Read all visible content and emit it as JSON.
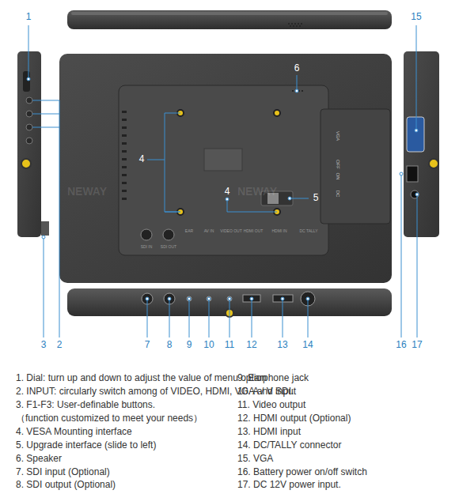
{
  "diagram": {
    "labels": [
      "1",
      "15",
      "6",
      "4",
      "4",
      "5",
      "3",
      "2",
      "7",
      "8",
      "9",
      "10",
      "11",
      "12",
      "13",
      "14",
      "16",
      "17",
      "SDI IN",
      "SDI OUT",
      "EAR",
      "AV IN",
      "VIDEO OUT",
      "HDMI OUT",
      "HDMI IN",
      "DC TALLY",
      "VGA",
      "OFF",
      "ON",
      "DC",
      "NEWAY",
      "NEWAY",
      "1. Dial: turn up and down to adjust the value of menu option",
      "2. INPUT: circularly switch among of VIDEO, HDMI, VGA and SDI.",
      "3. F1-F3: User-definable buttons.",
      "（function customized to meet your needs）",
      "4. VESA Mounting interface",
      "5. Upgrade interface (slide to left)",
      "6. Speaker",
      "7. SDI input (Optional)",
      "8. SDI output (Optional)",
      "9.  Earphone jack",
      "10. A / V input",
      "11. Video output",
      "12. HDMI output (Optional)",
      "13. HDMI input",
      "14. DC/TALLY connector",
      "15. VGA",
      "16. Battery power on/off switch",
      "17. DC 12V power input."
    ]
  }
}
